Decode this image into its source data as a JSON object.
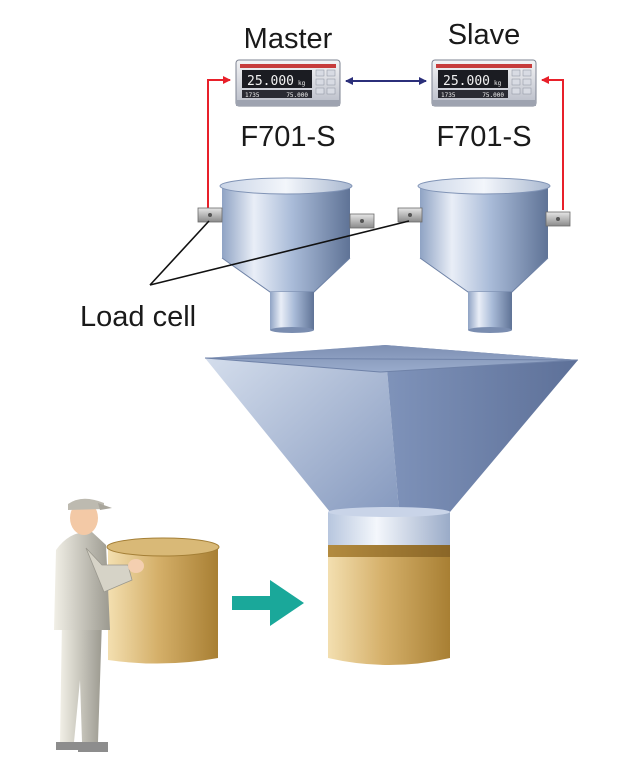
{
  "diagram": {
    "labels": {
      "master": "Master",
      "slave": "Slave",
      "master_model": "F701-S",
      "slave_model": "F701-S",
      "load_cell": "Load cell"
    },
    "indicator_display": {
      "weight": "25.000",
      "unit": "kg",
      "sub_left": "1735",
      "sub_right": "75.000"
    },
    "colors": {
      "signal_wire": "#e8202a",
      "link_cable": "#2b2f7a",
      "flow_arrow": "#1aa89a",
      "hopper_steel": "#9fb4d4",
      "bucket": "#c9a55a",
      "funnel": "#8fa4c8"
    },
    "icons": [
      "indicator-device-icon",
      "load-cell-icon",
      "operator-figure",
      "flow-arrow-icon"
    ]
  }
}
